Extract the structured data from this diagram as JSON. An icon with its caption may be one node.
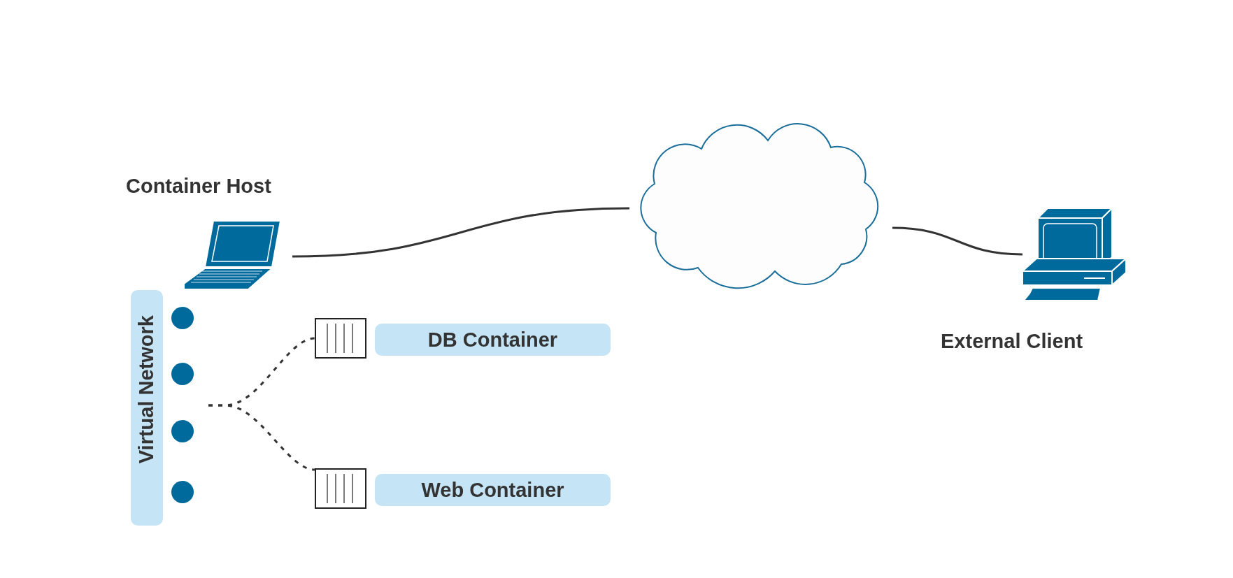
{
  "diagram": {
    "nodes": [
      {
        "text": [
          "Container Host"
        ]
      },
      {
        "text": [],
        "shape": "cloud"
      },
      {
        "text": [
          "External Client"
        ]
      },
      {
        "text": [
          "Virtual Network"
        ]
      },
      {
        "text": [],
        "shape": "circle"
      },
      {
        "text": [],
        "shape": "circle"
      },
      {
        "text": [],
        "shape": "circle"
      },
      {
        "text": [],
        "shape": "circle"
      },
      {
        "text": [
          "DB Container"
        ]
      },
      {
        "text": [
          "Web Container"
        ]
      }
    ],
    "edges": [
      {
        "from": 0,
        "to": 1,
        "arrow": "none"
      },
      {
        "from": 1,
        "to": 2,
        "arrow": "none"
      },
      {
        "from": null,
        "to": 8,
        "arrow": "none",
        "style": "dashed"
      },
      {
        "from": null,
        "to": 9,
        "arrow": "none",
        "style": "dashed"
      }
    ]
  }
}
